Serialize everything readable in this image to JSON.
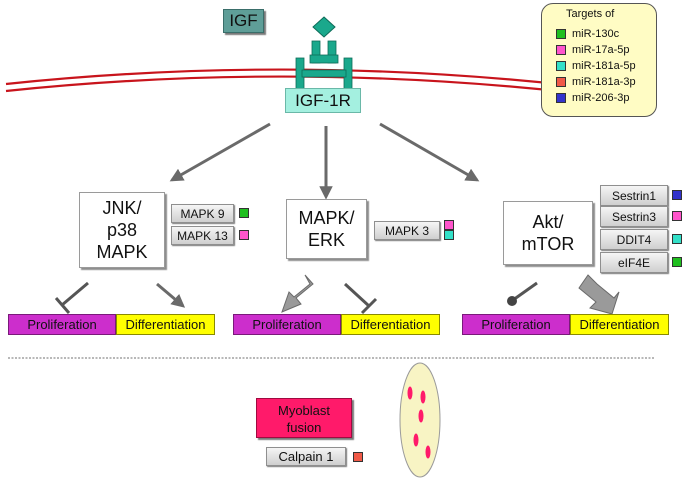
{
  "colors": {
    "mir130c": "#1fbf1f",
    "mir17a": "#ff55cc",
    "mir181a5p": "#33e0c8",
    "mir181a3p": "#f05a48",
    "mir206": "#3333cc",
    "membrane": "#c8141c",
    "receptor": "#1aa88c",
    "fusion": "#ff1a6a"
  },
  "header": {
    "ligand": "IGF",
    "receptor": "IGF-1R"
  },
  "legend": {
    "title": "Targets of",
    "items": [
      {
        "label": "miR-130c",
        "color": "#1fbf1f"
      },
      {
        "label": "miR-17a-5p",
        "color": "#ff55cc"
      },
      {
        "label": "miR-181a-5p",
        "color": "#33e0c8"
      },
      {
        "label": "miR-181a-3p",
        "color": "#f05a48"
      },
      {
        "label": "miR-206-3p",
        "color": "#3333cc"
      }
    ]
  },
  "pathways": {
    "jnk": {
      "line1": "JNK/",
      "line2": "p38",
      "line3": "MAPK",
      "targets": [
        {
          "label": "MAPK 9",
          "colors": [
            "#1fbf1f"
          ]
        },
        {
          "label": "MAPK 13",
          "colors": [
            "#ff55cc"
          ]
        }
      ],
      "proliferation": "Proliferation",
      "differentiation": "Differentiation"
    },
    "erk": {
      "line1": "MAPK/",
      "line2": "ERK",
      "targets": [
        {
          "label": "MAPK 3",
          "colors": [
            "#ff55cc",
            "#33e0c8"
          ]
        }
      ],
      "proliferation": "Proliferation",
      "differentiation": "Differentiation"
    },
    "akt": {
      "line1": "Akt/",
      "line2": "mTOR",
      "targets": [
        {
          "label": "Sestrin1",
          "colors": [
            "#3333cc"
          ]
        },
        {
          "label": "Sestrin3",
          "colors": [
            "#ff55cc"
          ]
        },
        {
          "label": "DDIT4",
          "colors": [
            "#33e0c8"
          ]
        },
        {
          "label": "eIF4E",
          "colors": [
            "#1fbf1f"
          ]
        }
      ],
      "proliferation": "Proliferation",
      "differentiation": "Differentiation"
    }
  },
  "fusion": {
    "line1": "Myoblast",
    "line2": "fusion",
    "target": "Calpain 1",
    "target_color": "#f05a48"
  }
}
